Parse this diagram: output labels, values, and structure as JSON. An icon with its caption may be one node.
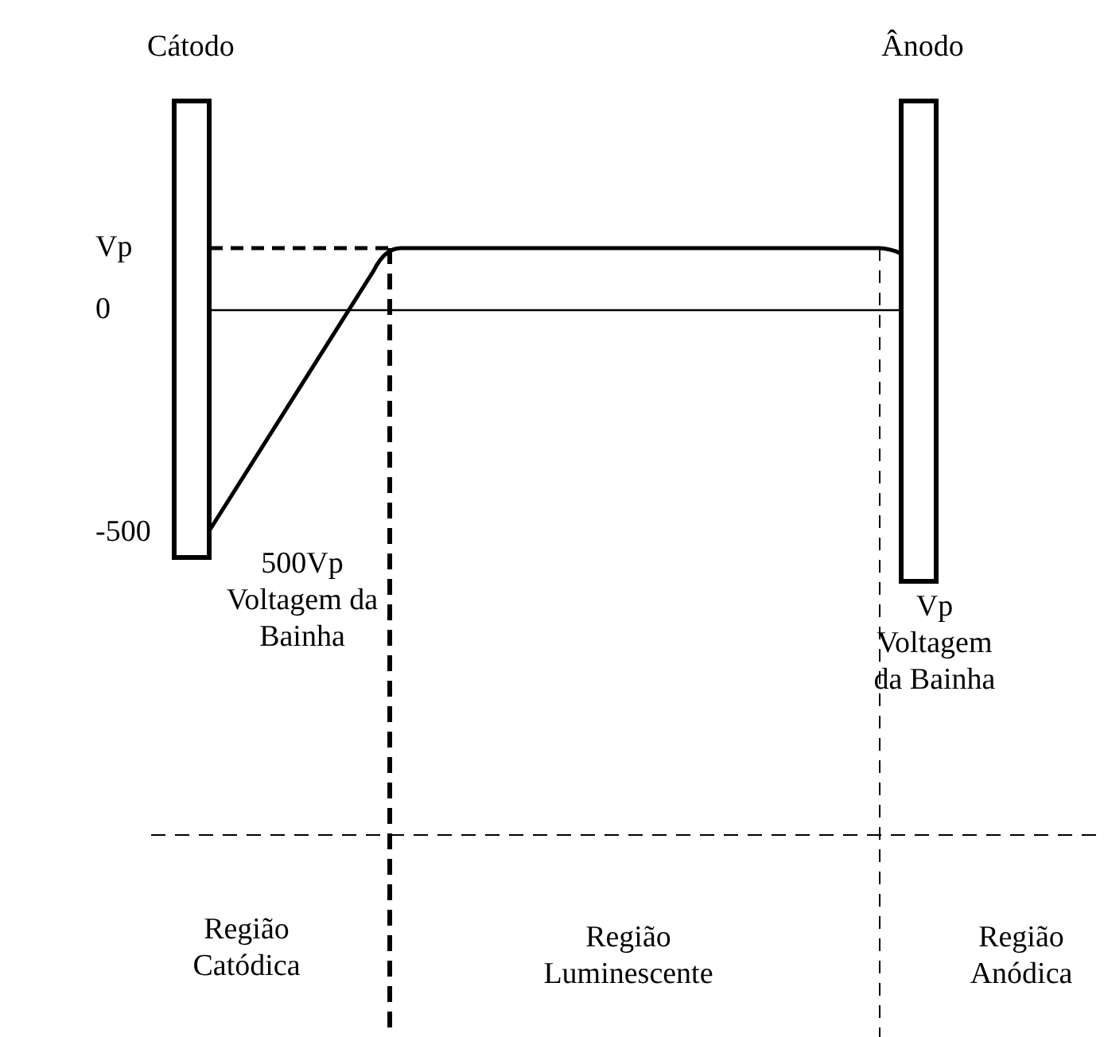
{
  "diagram": {
    "nodes": [
      {
        "text": [
          "Cátodo"
        ]
      },
      {
        "text": [
          "Ânodo"
        ]
      }
    ],
    "labels": [
      "Vp",
      "0",
      "-500",
      "500Vp Voltagem da Bainha",
      "Vp Voltagem da Bainha",
      "Região Catódica",
      "Região Luminescente",
      "Região Anódica"
    ]
  }
}
